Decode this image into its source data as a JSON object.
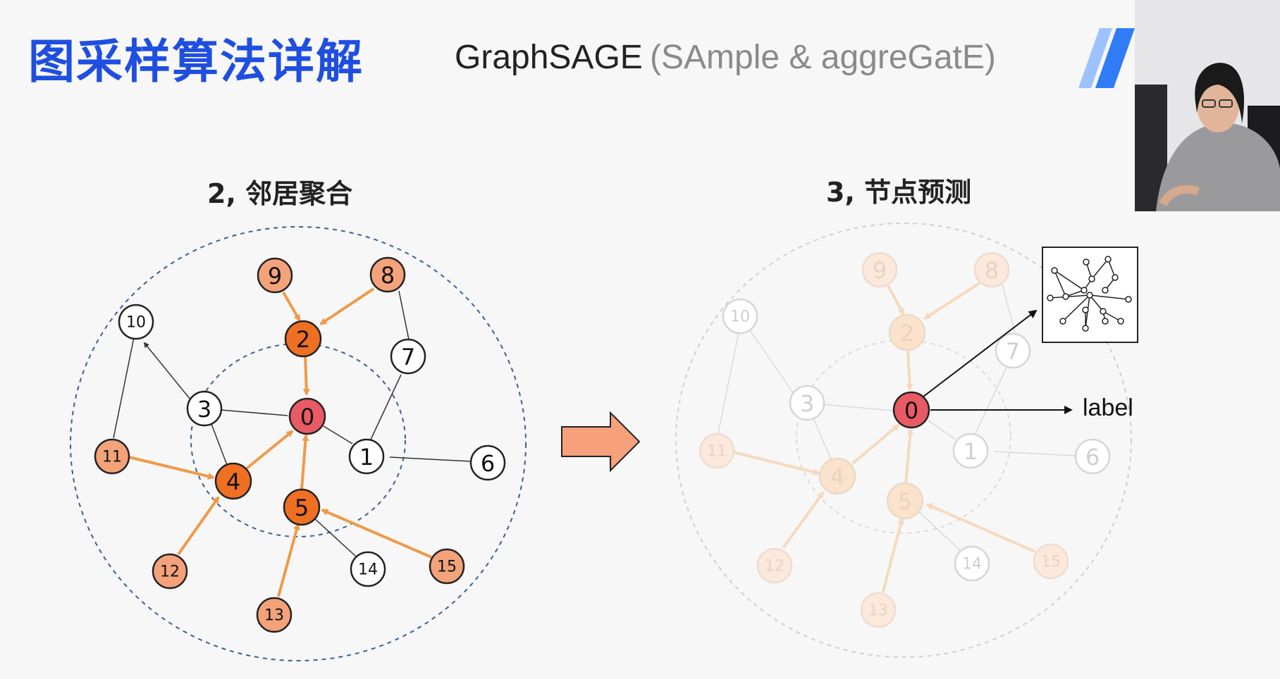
{
  "title": "图采样算法详解",
  "heading": {
    "main": "GraphSAGE",
    "sub": "(SAmple & aggreGatE)"
  },
  "left_panel": {
    "title": "2, 邻居聚合",
    "nodes": [
      "0",
      "1",
      "2",
      "3",
      "4",
      "5",
      "6",
      "7",
      "8",
      "9",
      "10",
      "11",
      "12",
      "13",
      "14",
      "15"
    ]
  },
  "right_panel": {
    "title": "3, 节点预测",
    "output_label": "label"
  },
  "colors": {
    "title_blue": "#1f4fe0",
    "target_node": "#e85a64",
    "aggregated_node": "#ef6f23",
    "sampled_neighbor": "#f3a27a",
    "edge_arrow": "#ef9a48",
    "ring_dash": "#3d5f8f",
    "block_arrow": "#f6a07c"
  }
}
